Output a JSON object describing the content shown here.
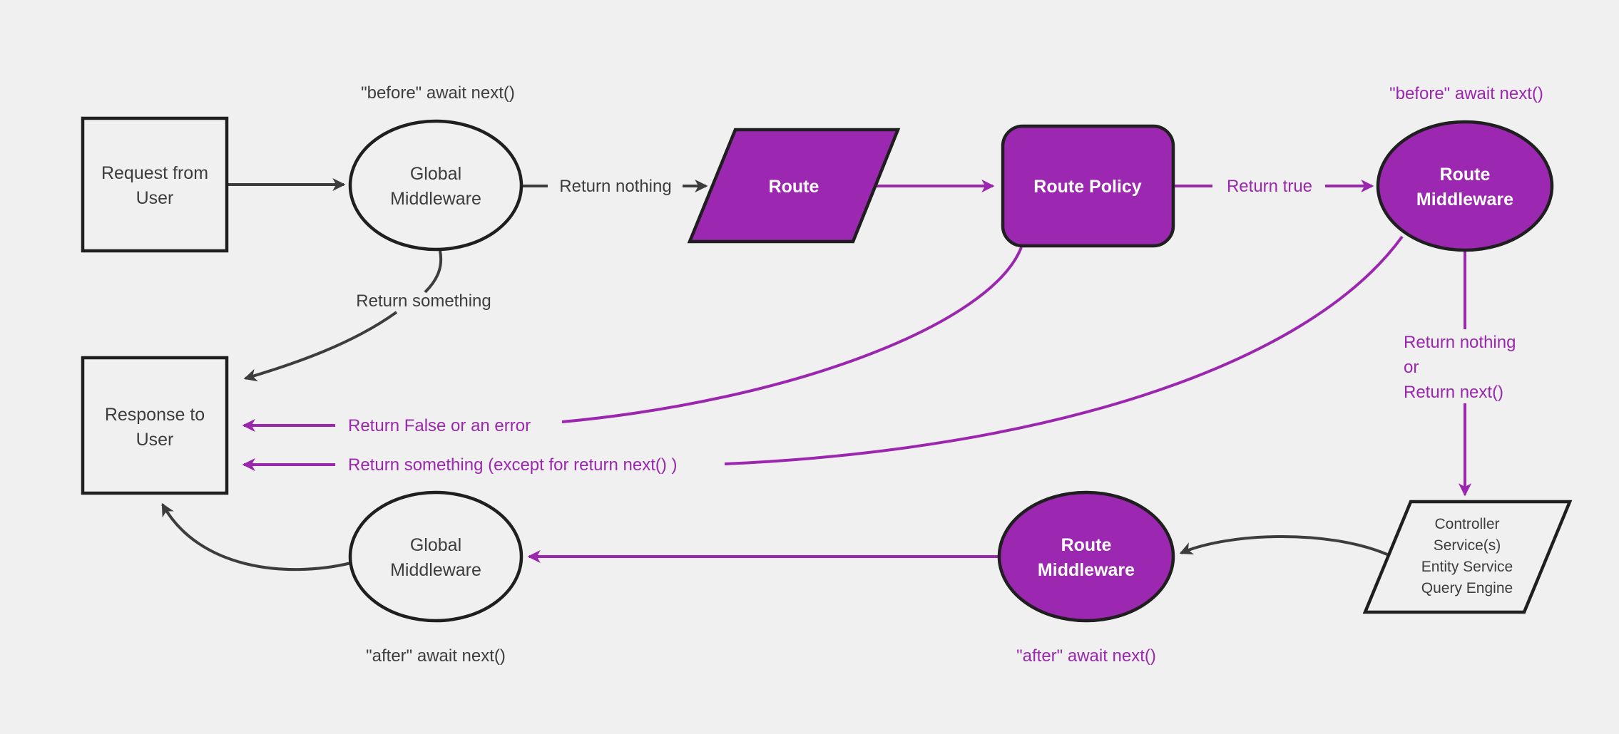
{
  "colors": {
    "background": "#f0f0f0",
    "purple_fill": "#9c27b0",
    "purple_line": "#9b27af",
    "dark_line": "#3d3d3d",
    "node_border": "#1f1f1f",
    "node_text_on_purple": "#ffffff"
  },
  "nodes": {
    "request": {
      "lines": [
        "Request from",
        "User"
      ]
    },
    "global_middleware_top": {
      "lines": [
        "Global",
        "Middleware"
      ]
    },
    "route": {
      "label": "Route"
    },
    "route_policy": {
      "label": "Route Policy"
    },
    "route_middleware_top": {
      "lines": [
        "Route",
        "Middleware"
      ]
    },
    "controller": {
      "lines": [
        "Controller",
        "Service(s)",
        "Entity Service",
        "Query Engine"
      ]
    },
    "route_middleware_bottom": {
      "lines": [
        "Route",
        "Middleware"
      ]
    },
    "global_middleware_bottom": {
      "lines": [
        "Global",
        "Middleware"
      ]
    },
    "response": {
      "lines": [
        "Response to",
        "User"
      ]
    }
  },
  "edge_labels": {
    "before_await_top_left": "\"before\" await next()",
    "return_nothing": "Return nothing",
    "return_true": "Return true",
    "before_await_top_right": "\"before\" await next()",
    "return_something": "Return something",
    "return_nothing_or": {
      "lines": [
        "Return nothing",
        "or",
        "Return next()"
      ]
    },
    "return_false_or_error": "Return False or an error",
    "return_something_except": "Return something (except for return next() )",
    "after_await_bottom_right": "\"after\" await next()",
    "after_await_bottom_left": "\"after\" await next()"
  }
}
